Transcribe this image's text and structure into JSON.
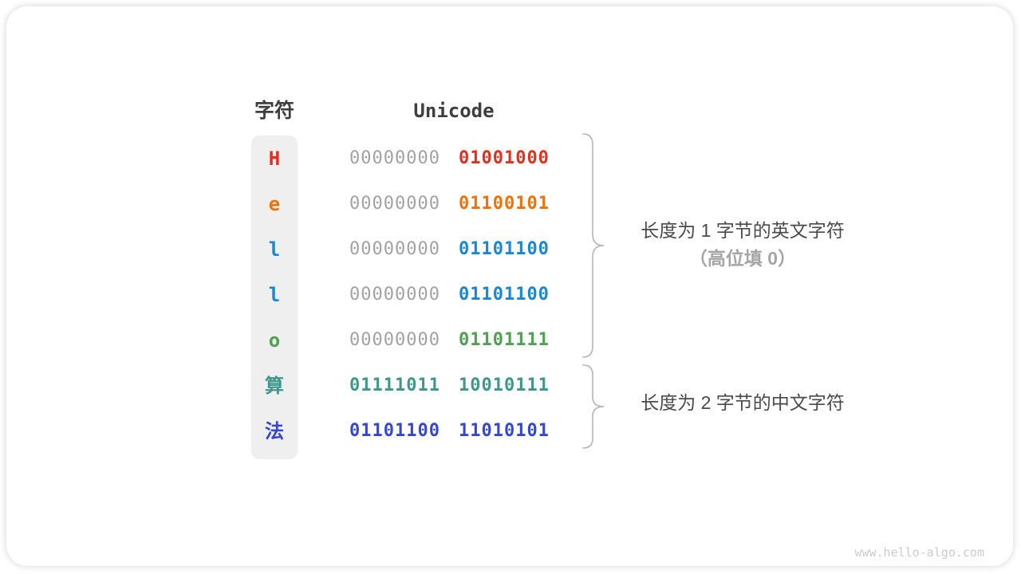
{
  "table": {
    "char_header": "字符",
    "unicode_header": "Unicode",
    "rows": [
      {
        "char": "H",
        "char_color": "#e0301e",
        "byte1": "00000000",
        "byte1_color": "#a2a2a2",
        "byte2": "01001000",
        "byte2_color": "#e0301e"
      },
      {
        "char": "e",
        "char_color": "#ee720a",
        "byte1": "00000000",
        "byte1_color": "#a2a2a2",
        "byte2": "01100101",
        "byte2_color": "#ee720a"
      },
      {
        "char": "l",
        "char_color": "#1987d3",
        "byte1": "00000000",
        "byte1_color": "#a2a2a2",
        "byte2": "01101100",
        "byte2_color": "#1987d3"
      },
      {
        "char": "l",
        "char_color": "#1987d3",
        "byte1": "00000000",
        "byte1_color": "#a2a2a2",
        "byte2": "01101100",
        "byte2_color": "#1987d3"
      },
      {
        "char": "o",
        "char_color": "#4fa052",
        "byte1": "00000000",
        "byte1_color": "#a2a2a2",
        "byte2": "01101111",
        "byte2_color": "#4fa052"
      },
      {
        "char": "算",
        "char_color": "#3e968c",
        "byte1": "01111011",
        "byte1_color": "#3e968c",
        "byte2": "10010111",
        "byte2_color": "#3e968c"
      },
      {
        "char": "法",
        "char_color": "#3447d4",
        "byte1": "01101100",
        "byte1_color": "#3447d4",
        "byte2": "11010101",
        "byte2_color": "#3447d4"
      }
    ]
  },
  "annotations": {
    "group1_line1": "长度为 1 字节的英文字符",
    "group1_line2": "（高位填 0）",
    "group2_line1": "长度为 2 字节的中文字符"
  },
  "watermark": "www.hello-algo.com",
  "colors": {
    "header_text": "#3e3e3e",
    "note_text": "#4a4a4a",
    "note_gray_text": "#a5a5a5",
    "gray_byte": "#a2a2a2",
    "char_column_bg": "#efefef",
    "brace": "#b3b3b3",
    "watermark": "#cbcbcb"
  }
}
